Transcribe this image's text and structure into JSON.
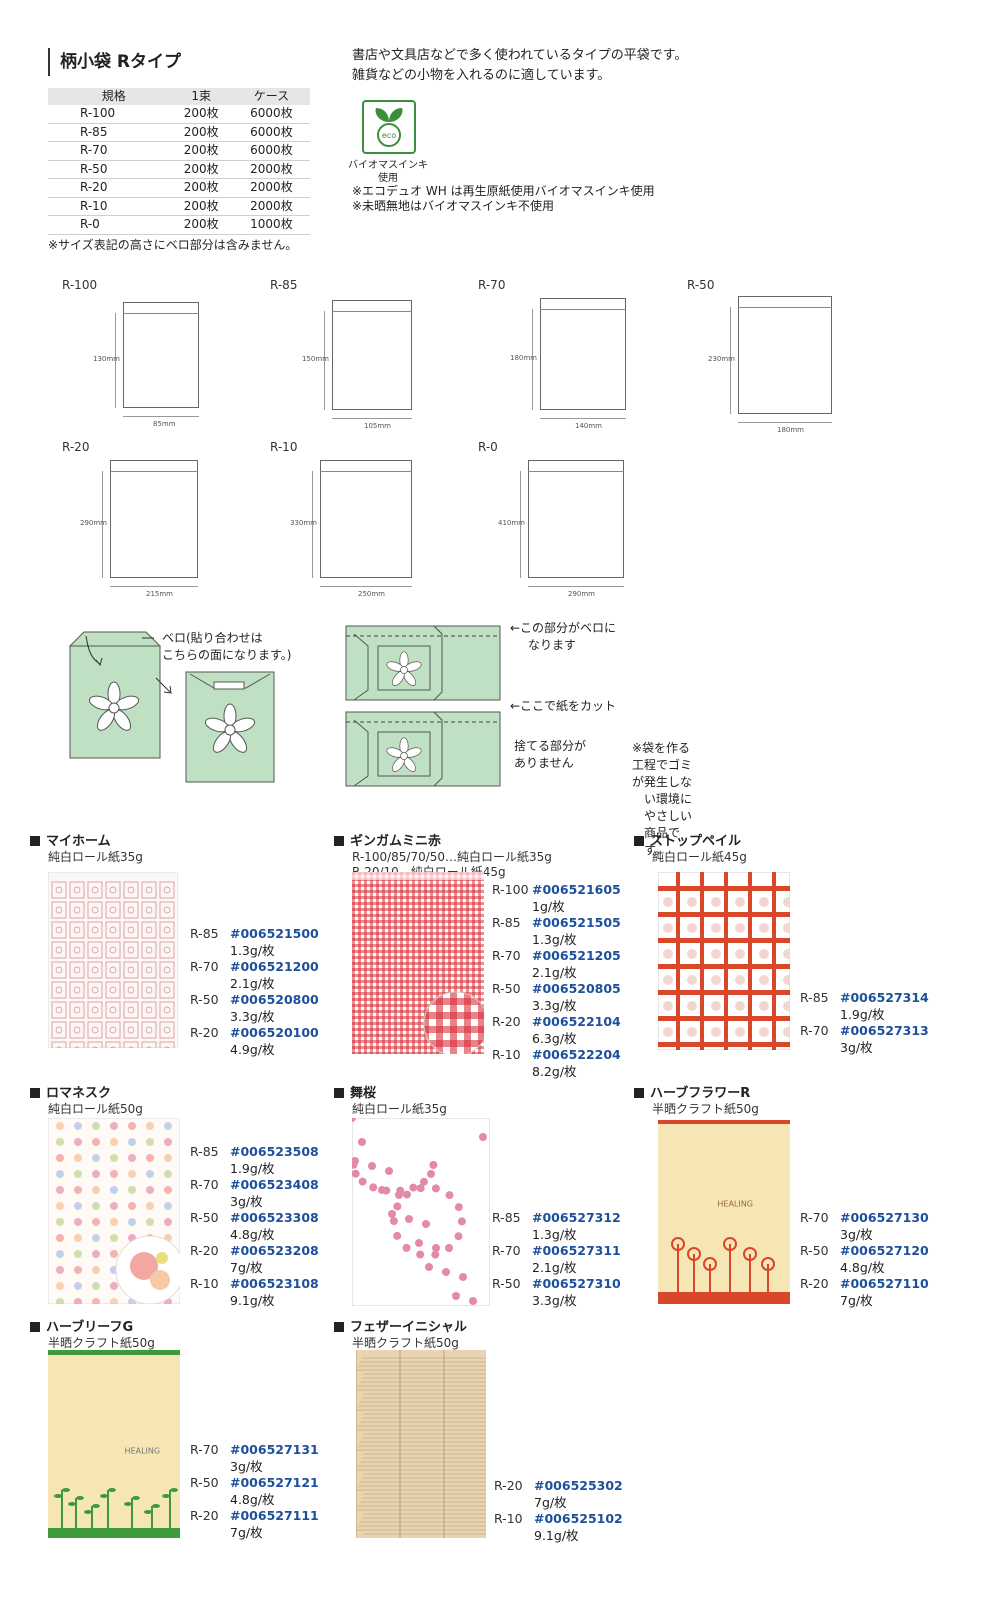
{
  "title": "柄小袋 Rタイプ",
  "spec_headers": [
    "規格",
    "1束",
    "ケース"
  ],
  "spec_rows": [
    [
      "R-100",
      "200枚",
      "6000枚"
    ],
    [
      "R-85",
      "200枚",
      "6000枚"
    ],
    [
      "R-70",
      "200枚",
      "6000枚"
    ],
    [
      "R-50",
      "200枚",
      "2000枚"
    ],
    [
      "R-20",
      "200枚",
      "2000枚"
    ],
    [
      "R-10",
      "200枚",
      "2000枚"
    ],
    [
      "R-0",
      "200枚",
      "1000枚"
    ]
  ],
  "spec_note": "※サイズ表記の高さにベロ部分は含みません。",
  "intro_1": "書店や文具店などで多く使われているタイプの平袋です。",
  "intro_2": "雑貨などの小物を入れるのに適しています。",
  "bio_logo": "eco",
  "bio_label_1": "バイオマスインキ",
  "bio_label_2": "使用",
  "note_1": "※エコデュオ WH は再生原紙使用バイオマスインキ使用",
  "note_2": "※未晒無地はバイオマスインキ不使用",
  "sizes": [
    {
      "name": "R-100",
      "h": "130mm",
      "w": "85mm"
    },
    {
      "name": "R-85",
      "h": "150mm",
      "w": "105mm"
    },
    {
      "name": "R-70",
      "h": "180mm",
      "w": "140mm"
    },
    {
      "name": "R-50",
      "h": "230mm",
      "w": "180mm"
    },
    {
      "name": "R-20",
      "h": "290mm",
      "w": "215mm"
    },
    {
      "name": "R-10",
      "h": "330mm",
      "w": "250mm"
    },
    {
      "name": "R-0",
      "h": "410mm",
      "w": "290mm"
    }
  ],
  "diagram": {
    "bero_1": "ベロ(貼り合わせは",
    "bero_2": "こちらの面になります。)",
    "cut_a_1": "←この部分がベロに",
    "cut_a_2": "なります",
    "cut_b": "←ここで紙をカット",
    "waste_1": "捨てる部分が",
    "waste_2": "ありません",
    "eco_1": "※袋を作る工程でゴミが発生しな",
    "eco_2": "い環境にやさしい商品です。"
  },
  "products": [
    {
      "name": "マイホーム",
      "paper": [
        "純白ロール紙35g"
      ],
      "items": [
        [
          "R-85",
          "#006521500",
          "1.3g/枚"
        ],
        [
          "R-70",
          "#006521200",
          "2.1g/枚"
        ],
        [
          "R-50",
          "#006520800",
          "3.3g/枚"
        ],
        [
          "R-20",
          "#006520100",
          "4.9g/枚"
        ]
      ]
    },
    {
      "name": "ギンガムミニ赤",
      "paper": [
        "R-100/85/70/50…純白ロール紙35g",
        "R-20/10…純白ロール紙45g"
      ],
      "items": [
        [
          "R-100",
          "#006521605",
          "1g/枚"
        ],
        [
          "R-85",
          "#006521505",
          "1.3g/枚"
        ],
        [
          "R-70",
          "#006521205",
          "2.1g/枚"
        ],
        [
          "R-50",
          "#006520805",
          "3.3g/枚"
        ],
        [
          "R-20",
          "#006522104",
          "6.3g/枚"
        ],
        [
          "R-10",
          "#006522204",
          "8.2g/枚"
        ]
      ]
    },
    {
      "name": "ストップペイル",
      "paper": [
        "純白ロール紙45g"
      ],
      "items": [
        [
          "R-85",
          "#006527314",
          "1.9g/枚"
        ],
        [
          "R-70",
          "#006527313",
          "3g/枚"
        ]
      ]
    },
    {
      "name": "ロマネスク",
      "paper": [
        "純白ロール紙50g"
      ],
      "items": [
        [
          "R-85",
          "#006523508",
          "1.9g/枚"
        ],
        [
          "R-70",
          "#006523408",
          "3g/枚"
        ],
        [
          "R-50",
          "#006523308",
          "4.8g/枚"
        ],
        [
          "R-20",
          "#006523208",
          "7g/枚"
        ],
        [
          "R-10",
          "#006523108",
          "9.1g/枚"
        ]
      ]
    },
    {
      "name": "舞桜",
      "paper": [
        "純白ロール紙35g"
      ],
      "items": [
        [
          "R-85",
          "#006527312",
          "1.3g/枚"
        ],
        [
          "R-70",
          "#006527311",
          "2.1g/枚"
        ],
        [
          "R-50",
          "#006527310",
          "3.3g/枚"
        ]
      ]
    },
    {
      "name": "ハーブフラワーR",
      "paper": [
        "半晒クラフト紙50g"
      ],
      "items": [
        [
          "R-70",
          "#006527130",
          "3g/枚"
        ],
        [
          "R-50",
          "#006527120",
          "4.8g/枚"
        ],
        [
          "R-20",
          "#006527110",
          "7g/枚"
        ]
      ]
    },
    {
      "name": "ハーブリーフG",
      "paper": [
        "半晒クラフト紙50g"
      ],
      "items": [
        [
          "R-70",
          "#006527131",
          "3g/枚"
        ],
        [
          "R-50",
          "#006527121",
          "4.8g/枚"
        ],
        [
          "R-20",
          "#006527111",
          "7g/枚"
        ]
      ]
    },
    {
      "name": "フェザーイニシャル",
      "paper": [
        "半晒クラフト紙50g"
      ],
      "items": [
        [
          "R-20",
          "#006525302",
          "7g/枚"
        ],
        [
          "R-10",
          "#006525102",
          "9.1g/枚"
        ]
      ]
    }
  ],
  "print_text": {
    "healing": "HEALING"
  },
  "colors": {
    "mint": "#bfe0c2",
    "code_blue": "#1c4f9c",
    "gingham_red": "#d8303a",
    "herb_red": "#d8472a",
    "herb_green": "#3f9a3c",
    "kraft": "#f6e6b6"
  }
}
